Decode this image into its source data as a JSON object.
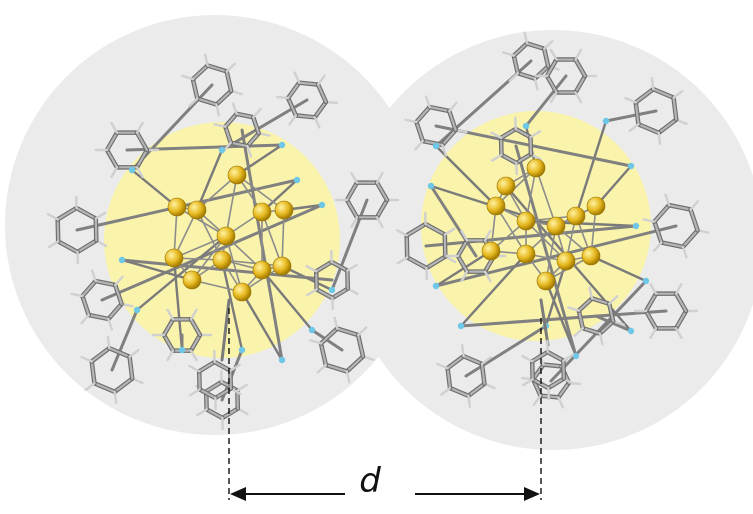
{
  "figure": {
    "distance_label": "d",
    "colors": {
      "shell": "#ebebeb",
      "core": "#fbf4a4",
      "metal_atom": "#e6b820",
      "metal_atom_highlight": "#fff3a0",
      "nitrogen": "#6fc7e8",
      "carbon_bond": "#8a8a8a",
      "hydrogen": "#d0d0d0",
      "arrow": "#111111"
    },
    "icons": [
      "nanocluster-left",
      "nanocluster-right",
      "distance-arrow"
    ]
  }
}
